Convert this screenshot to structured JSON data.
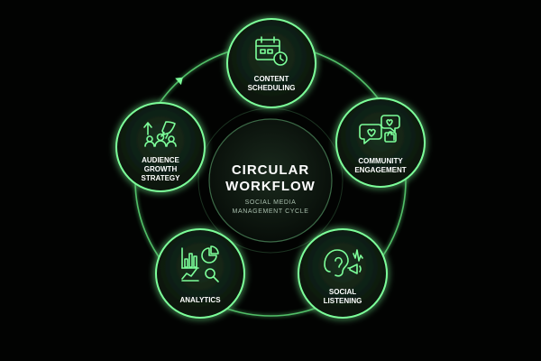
{
  "colors": {
    "background": "#020302",
    "accent": "#7dff9a",
    "node_fill": "#0c1a10",
    "text": "#ffffff",
    "subtitle": "#a9bfae"
  },
  "center": {
    "title_line1": "CIRCULAR",
    "title_line2": "WORKFLOW",
    "subtitle_line1": "SOCIAL MEDIA",
    "subtitle_line2": "MANAGEMENT CYCLE"
  },
  "nodes": [
    {
      "id": "content-scheduling",
      "label_lines": [
        "CONTENT",
        "SCHEDULING"
      ],
      "icon": "calendar-clock-icon"
    },
    {
      "id": "community-engagement",
      "label_lines": [
        "COMMUNITY",
        "ENGAGEMENT"
      ],
      "icon": "chat-like-icon"
    },
    {
      "id": "social-listening",
      "label_lines": [
        "SOCIAL",
        "LISTENING"
      ],
      "icon": "ear-megaphone-icon"
    },
    {
      "id": "analytics",
      "label_lines": [
        "ANALYTICS"
      ],
      "icon": "charts-magnifier-icon"
    },
    {
      "id": "audience-growth-strategy",
      "label_lines": [
        "AUDIENCE",
        "GROWTH",
        "STRATEGY"
      ],
      "icon": "rocket-people-icon"
    }
  ],
  "flow_direction": "clockwise"
}
